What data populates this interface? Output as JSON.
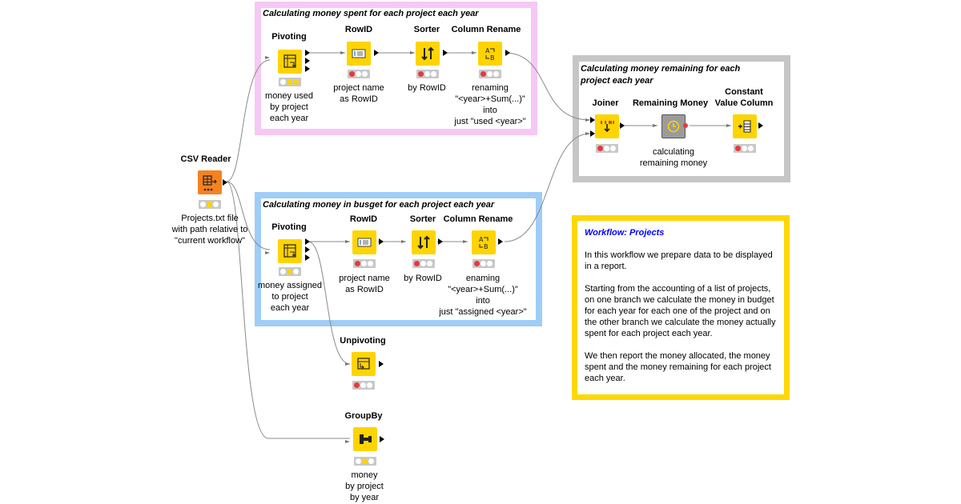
{
  "annotations": {
    "spent": "Calculating money spent for each project each year",
    "remaining": "Calculating money remaining for each\nproject each year",
    "budget": "Calculating money in busget for each project each year",
    "workflow": {
      "title": "Workflow: Projects",
      "p1": "In this workflow we prepare data to be displayed in a report.",
      "p2": "Starting from the accounting of a list of projects, on one branch we calculate the money in budget for each year for each one of the project and on the other branch we calculate the money actually spent for each project each year.",
      "p3": "We then report the money allocated, the money spent and the money remaining for each project each year."
    }
  },
  "nodes": {
    "csv_reader": {
      "title": "CSV Reader",
      "label": "Projects.txt file\nwith path relative to\n\"current workflow\""
    },
    "pivot_spent": {
      "title": "Pivoting",
      "label": "money used\nby project\neach year"
    },
    "rowid_spent": {
      "title": "RowID",
      "label": "project name\nas RowID"
    },
    "sorter_spent": {
      "title": "Sorter",
      "label": "by RowID"
    },
    "rename_spent": {
      "title": "Column Rename",
      "label": "renaming\n\"<year>+Sum(...)\"\ninto\njust \"used <year>\""
    },
    "joiner": {
      "title": "Joiner",
      "label": ""
    },
    "remaining_money": {
      "title": "Remaining Money",
      "label": "calculating\nremaining money"
    },
    "constant_value": {
      "title": "Constant\nValue Column",
      "label": ""
    },
    "pivot_budget": {
      "title": "Pivoting",
      "label": "money assigned\nto project\neach year"
    },
    "rowid_budget": {
      "title": "RowID",
      "label": "project name\nas RowID"
    },
    "sorter_budget": {
      "title": "Sorter",
      "label": "by RowID"
    },
    "rename_budget": {
      "title": "Column Rename",
      "label": "enaming\n\"<year>+Sum(...)\"\ninto\njust \"assigned <year>\""
    },
    "unpivoting": {
      "title": "Unpivoting",
      "label": ""
    },
    "groupby": {
      "title": "GroupBy",
      "label": "money\nby project\nby year"
    }
  },
  "colors": {
    "node_yellow": "#ffd400",
    "node_orange": "#f58220",
    "annotation_pink": "#f6c8f4",
    "annotation_gray": "#c6c6c6",
    "annotation_blue": "#9fcdf8",
    "annotation_yellow": "#ffd700",
    "workflow_title": "#0000ff"
  }
}
